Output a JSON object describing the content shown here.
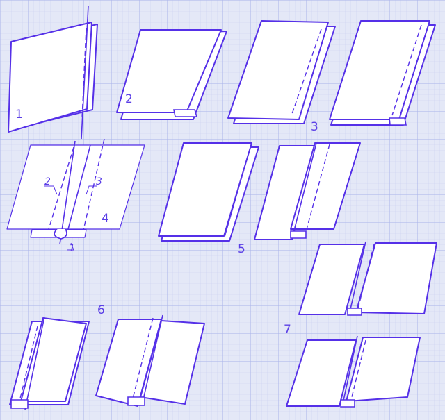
{
  "figure": {
    "step_labels": [
      "1",
      "2",
      "3",
      "4",
      "5",
      "6",
      "7"
    ],
    "callouts": [
      "2",
      "3",
      "1"
    ]
  },
  "colors": {
    "background": "#e4e8f7",
    "grid_minor": "#c9d0f0",
    "grid_major": "#9fa9e4",
    "ink": "#5530e8",
    "paper": "#ffffff"
  }
}
